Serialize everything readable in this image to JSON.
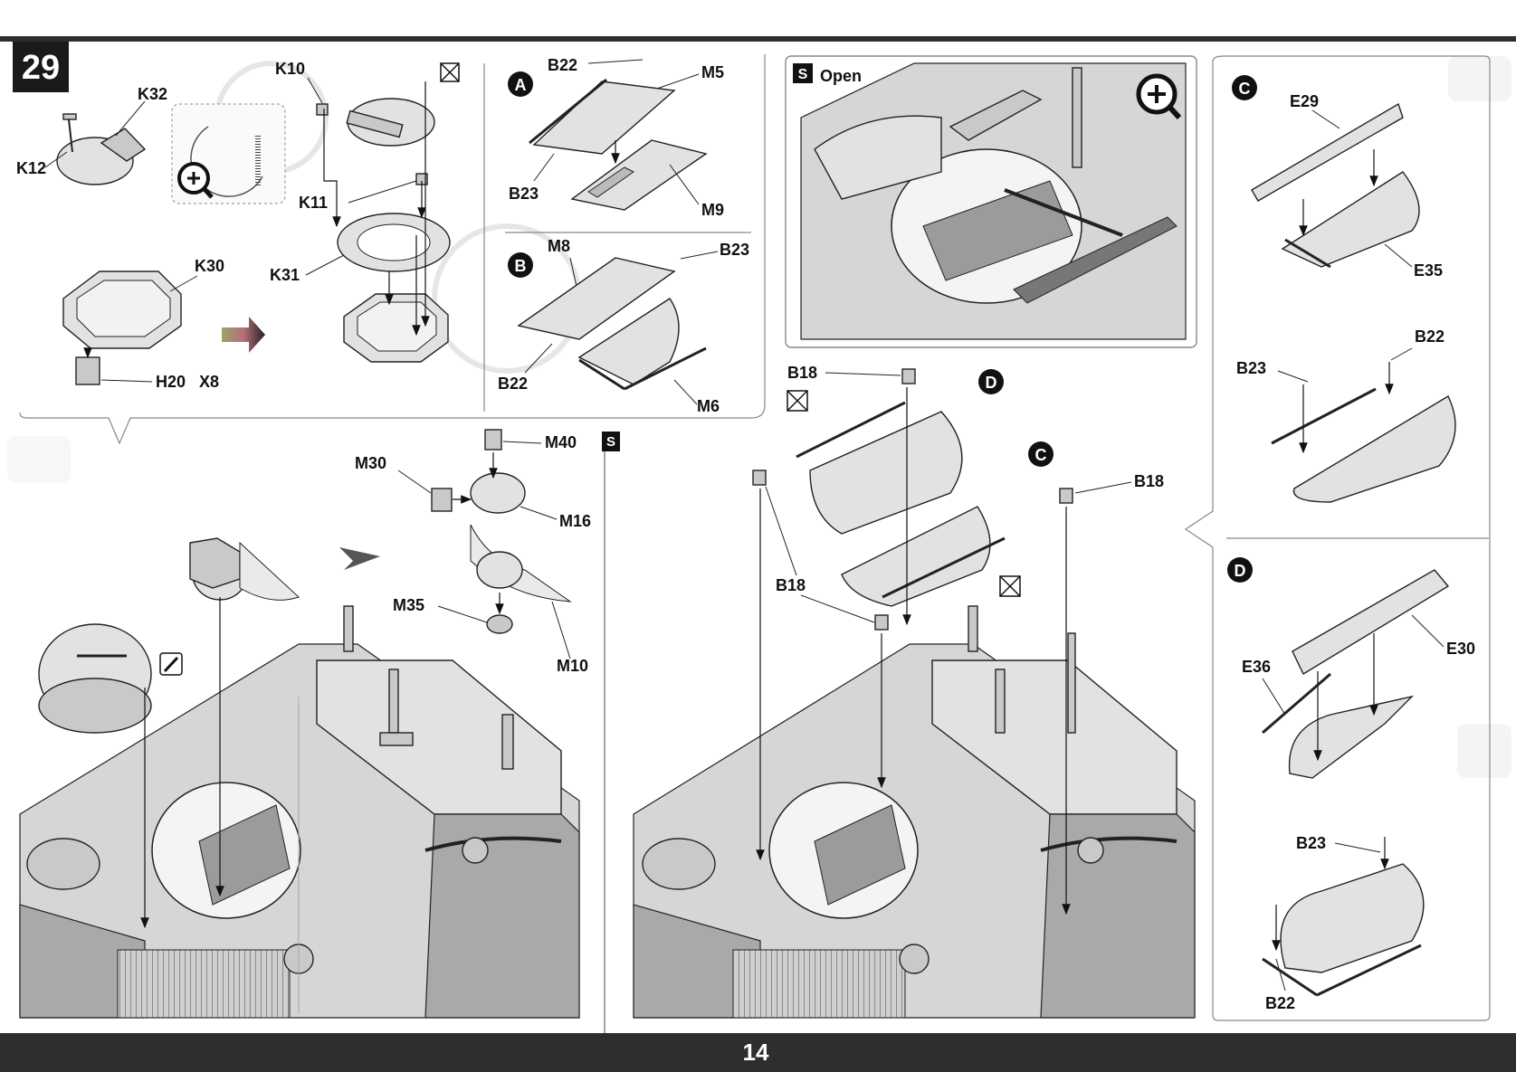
{
  "page_number": "14",
  "step_number": "29",
  "labels": {
    "k12": "K12",
    "k32": "K32",
    "k10": "K10",
    "k11": "K11",
    "k31": "K31",
    "k30": "K30",
    "h20": "H20",
    "x8": "X8",
    "a_b22": "B22",
    "a_m5": "M5",
    "a_b23": "B23",
    "a_m9": "M9",
    "b_m8": "M8",
    "b_b23": "B23",
    "b_b22": "B22",
    "b_m6": "M6",
    "open": "Open",
    "m40": "M40",
    "m30": "M30",
    "m16": "M16",
    "m35": "M35",
    "m10": "M10",
    "b18_top": "B18",
    "b18_right": "B18",
    "b18_left": "B18",
    "c_e29": "E29",
    "c_e35": "E35",
    "c_b23": "B23",
    "c_b22": "B22",
    "d_e36": "E36",
    "d_e30": "E30",
    "d_b23": "B23",
    "d_b22": "B22"
  },
  "callouts": {
    "a": "A",
    "b": "B",
    "c": "C",
    "d": "D",
    "mid_d": "D",
    "mid_c": "C"
  },
  "icons": [
    "zoom-in-icon",
    "no-glue-icon",
    "movable-part-icon",
    "cut-icon"
  ]
}
